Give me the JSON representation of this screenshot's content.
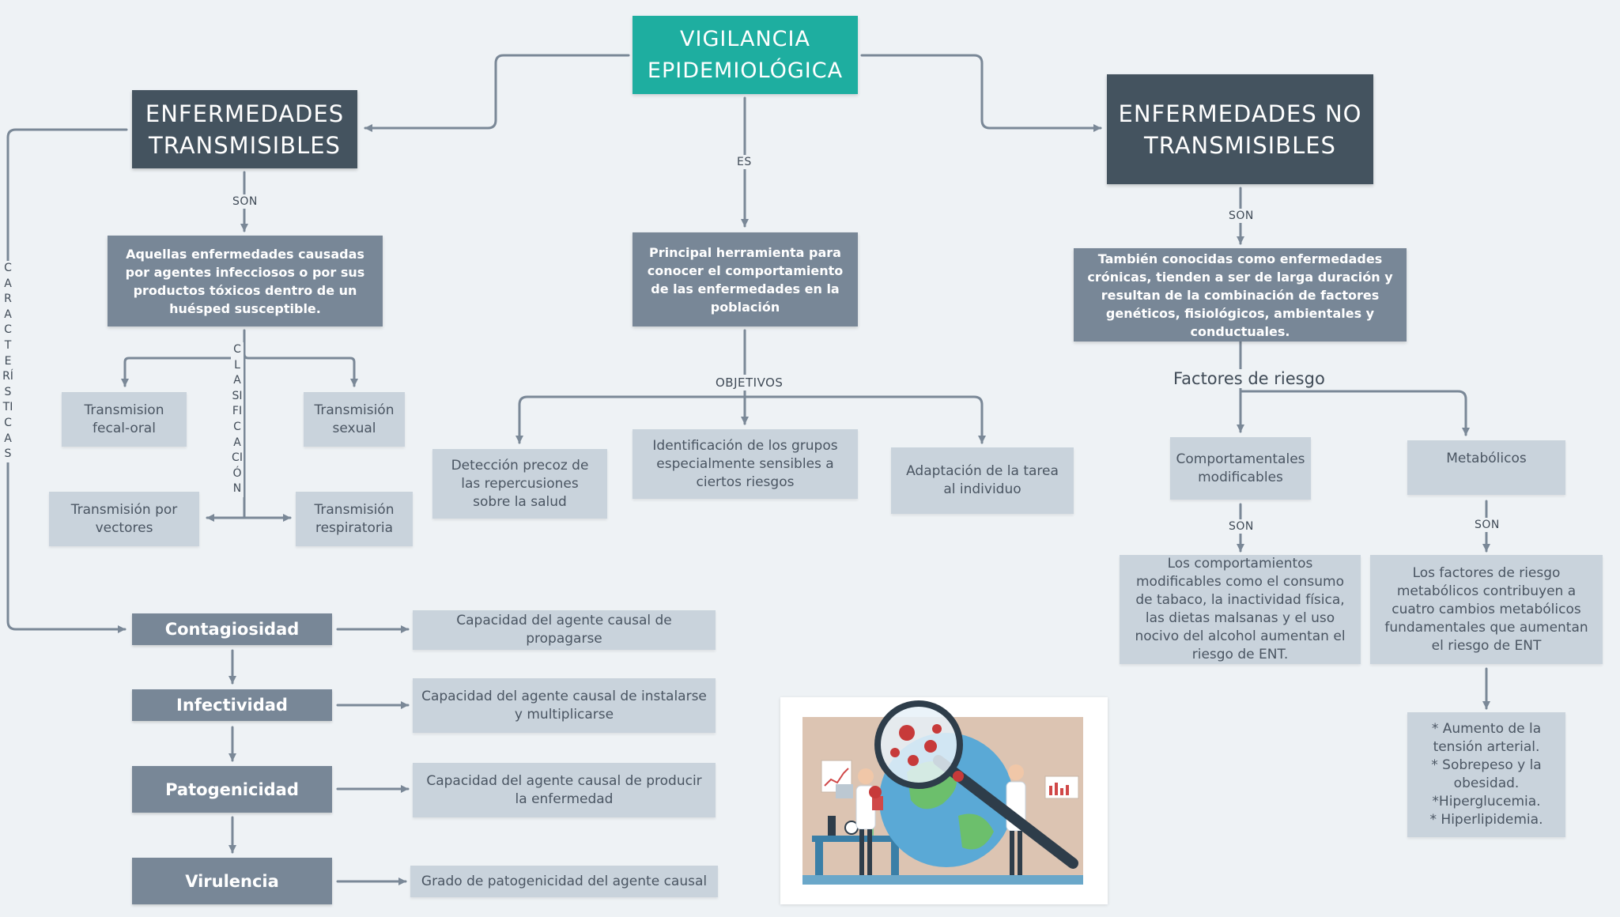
{
  "root": {
    "title": "VIGILANCIA EPIDEMIOLÓGICA"
  },
  "transmisibles": {
    "title": "ENFERMEDADES TRANSMISIBLES",
    "link": "SON",
    "definition": "Aquellas enfermedades causadas por agentes infecciosos o por sus productos tóxicos dentro de un huésped susceptible.",
    "classification_label": "CLASIFICACIÓN",
    "characteristics_label": "CARACTERÍSTICAS",
    "classification": [
      "Transmision fecal-oral",
      "Transmisión sexual",
      "Transmisión por vectores",
      "Transmisión respiratoria"
    ],
    "properties": [
      {
        "name": "Contagiosidad",
        "description": "Capacidad del agente causal de propagarse"
      },
      {
        "name": "Infectividad",
        "description": "Capacidad del agente causal de instalarse y multiplicarse"
      },
      {
        "name": "Patogenicidad",
        "description": "Capacidad del agente causal de producir la enfermedad"
      },
      {
        "name": "Virulencia",
        "description": "Grado de patogenicidad del agente causal"
      }
    ]
  },
  "vigilancia": {
    "link": "ES",
    "definition": "Principal herramienta para conocer el comportamiento de las enfermedades en la población",
    "objectives_label": "OBJETIVOS",
    "objectives": [
      "Detección precoz de las repercusiones sobre la salud",
      "Identificación de los grupos especialmente sensibles a ciertos riesgos",
      "Adaptación de la tarea al individuo"
    ]
  },
  "no_transmisibles": {
    "title": "ENFERMEDADES NO TRANSMISIBLES",
    "link": "SON",
    "definition": "También conocidas como enfermedades crónicas, tienden a ser de larga duración y resultan de la combinación de factores genéticos, fisiológicos, ambientales y conductuales.",
    "risk_label": "Factores de riesgo",
    "risk_factors": [
      {
        "name": "Comportamentales modificables",
        "link": "SON",
        "description": "Los comportamientos modificables como el consumo de tabaco, la inactividad física, las dietas malsanas y el uso nocivo del alcohol aumentan el riesgo de ENT."
      },
      {
        "name": "Metabólicos",
        "link": "SON",
        "description": "Los factores de riesgo metabólicos contribuyen a cuatro cambios metabólicos fundamentales que aumentan el riesgo de ENT"
      }
    ],
    "metabolic_changes": [
      "* Aumento de la tensión arterial.",
      "* Sobrepeso y la obesidad.",
      "*Hiperglucemia.",
      "* Hiperlipidemia."
    ]
  },
  "colors": {
    "teal": "#1eaea0",
    "dark_slate": "#44535f",
    "slate": "#788797",
    "light_slate": "#c9d3dc",
    "connector": "#7a8897",
    "background": "#eef2f5"
  },
  "illustration": {
    "icon": "epidemiology-magnifier-illustration"
  }
}
